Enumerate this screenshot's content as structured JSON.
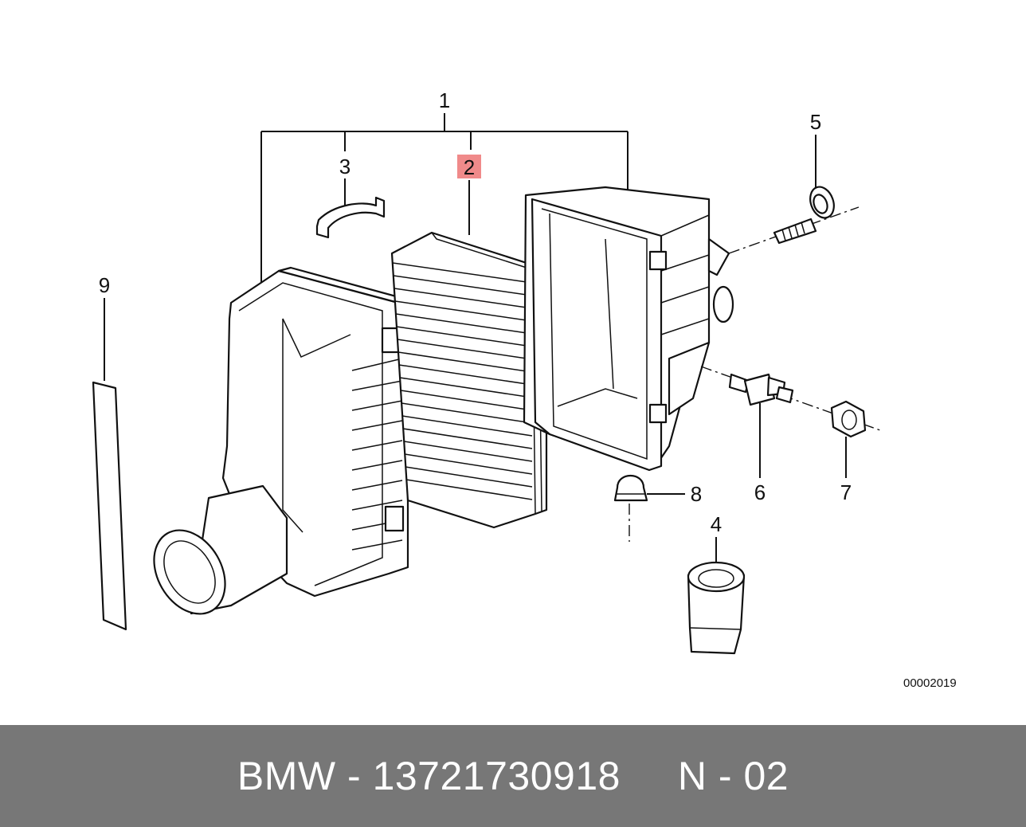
{
  "diagram": {
    "callouts": {
      "c1": "1",
      "c2": "2",
      "c3": "3",
      "c4": "4",
      "c5": "5",
      "c6": "6",
      "c7": "7",
      "c8": "8",
      "c9": "9"
    },
    "highlighted_callout": "2",
    "highlight_color": "#f08a8a",
    "reference_number": "00002019"
  },
  "footer": {
    "brand": "BMW",
    "separator": "-",
    "part_number": "13721730918",
    "position_code": "N - 02",
    "background_color": "#777777",
    "text_color": "#ffffff"
  }
}
